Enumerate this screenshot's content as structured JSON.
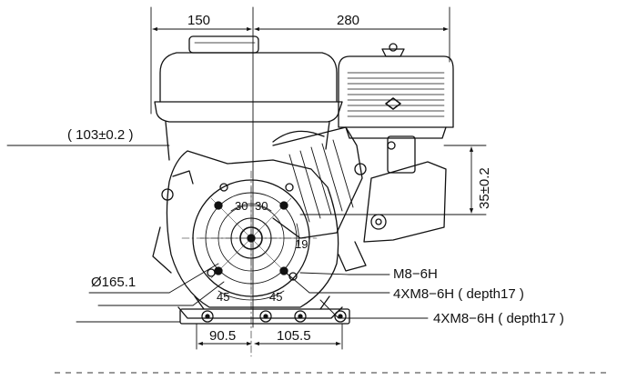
{
  "figure": {
    "subject": "engine",
    "line_color": "#111111",
    "background": "#ffffff"
  },
  "dimensions": {
    "top_left": "150",
    "top_right": "280",
    "height_tolerance": "( 103±0.2 )",
    "shaft_offset": "35±0.2",
    "flange_diameter": "Ø165.1",
    "bottom_left": "90.5",
    "bottom_right": "105.5",
    "angle_upper_left": "30",
    "angle_upper_right": "30",
    "angle_lower_left": "45",
    "angle_lower_right": "45",
    "shaft_key": "19"
  },
  "callouts": {
    "thread": "M8−6H",
    "mount_holes_a": "4XM8−6H ( depth17 )",
    "mount_holes_b": "4XM8−6H ( depth17 )"
  }
}
